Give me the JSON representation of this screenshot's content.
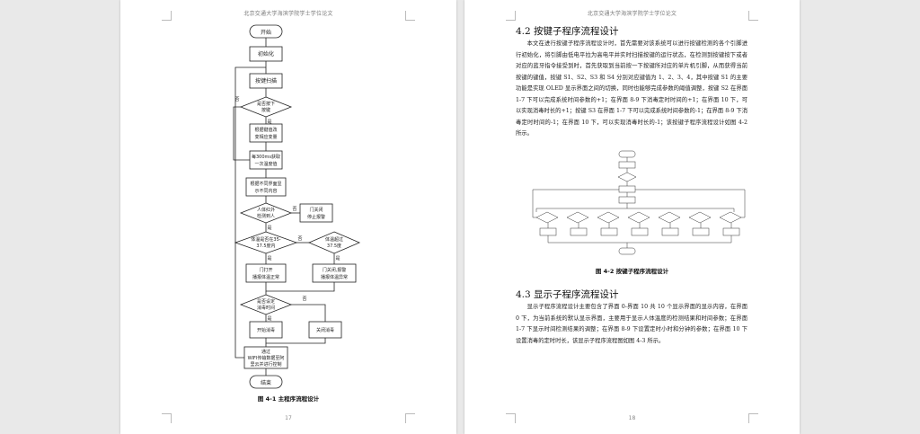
{
  "left_page": {
    "header": "北京交通大学海滨学院学士学位论文",
    "page_number": "17",
    "flowchart": {
      "start": "开始",
      "init": "初始化",
      "key_scan": "按键扫描",
      "key_pressed": [
        "是否按下",
        "按键"
      ],
      "no_label_1": "否",
      "yes_label_1": "是",
      "change_vars": [
        "根据键值改",
        "变相应变量"
      ],
      "read_temp": [
        "每300ms获取",
        "一次温度值"
      ],
      "display": [
        "根据不同界面显",
        "示不同内容"
      ],
      "person_detect": [
        "人体红外",
        "检测到人"
      ],
      "no_label_2": "否",
      "close_door": [
        "门关闭",
        "停止报警"
      ],
      "yes_label_2": "是",
      "temp_range": [
        "体温是否在35-",
        "37.5度内"
      ],
      "no_label_3": "否",
      "temp_over": [
        "体温超过",
        "37.5度"
      ],
      "yes_label_3": "是",
      "yes_label_4": "是",
      "open_door": [
        "门打开",
        "播报体温正常"
      ],
      "alarm": [
        "门关闭,报警",
        "播报体温异常"
      ],
      "disinfect_time": [
        "是否设定",
        "消毒时间"
      ],
      "no_label_5": "否",
      "yes_label_5": "是",
      "start_disinfect": "开始消毒",
      "stop_disinfect": "关闭消毒",
      "wifi": [
        "通过",
        "WIFI传输数据至阿",
        "里云并进行控制"
      ],
      "end": "结束"
    },
    "caption": "图 4-1 主程序流程设计"
  },
  "right_page": {
    "header": "北京交通大学海滨学院学士学位论文",
    "page_number": "18",
    "section_42_title": "4.2  按键子程序流程设计",
    "section_42_para": "本文在进行按键子程序流程设计时，首先需要对该系统可以进行按键检测的各个引脚进行初始化，将引脚由低电平拉为高电平并实时扫描按键的运行状态，在检测到按键按下或者对应的蓝牙指令接受到时，首先获取到当前按一下按键所对应的单片机引脚，从而获得当前按键的键值，按键 S1、S2、S3 和 S4 分别对应键值为 1、2、3、4，其中按键 S1 的主要功能是实现 OLED 显示界面之间的切换，同时也能够完成参数的阈值调整，按键 S2 在界面 1-7 下可以完成系统时间参数的+1；在界面 8-9 下消毒定时时间的+1；在界面 10 下，可以实现消毒时长的+1；按键 S3 在界面 1-7 下可以完成系统时间参数的-1；在界面 8-9 下消毒定时时间的-1；在界面 10 下，可以实现消毒时长的-1；该按键子程序流程设计如图 4-2 所示。",
    "caption_42": "图 4-2  按键子程序流程设计",
    "section_43_title": "4.3 显示子程序流程设计",
    "section_43_para": "显示子程序流程设计主要包含了界面 0-界面 10 共 10 个显示界面的显示内容，在界面 0 下，为当前系统的默认显示界面，主要用于显示人体温度的检测结果和时间参数；在界面 1-7 下显示时间检测结果的调整；在界面 8-9 下设置定时小时和分钟的参数；在界面 10 下设置消毒的定时时长，该显示子程序流程图如图 4-3 所示。"
  }
}
